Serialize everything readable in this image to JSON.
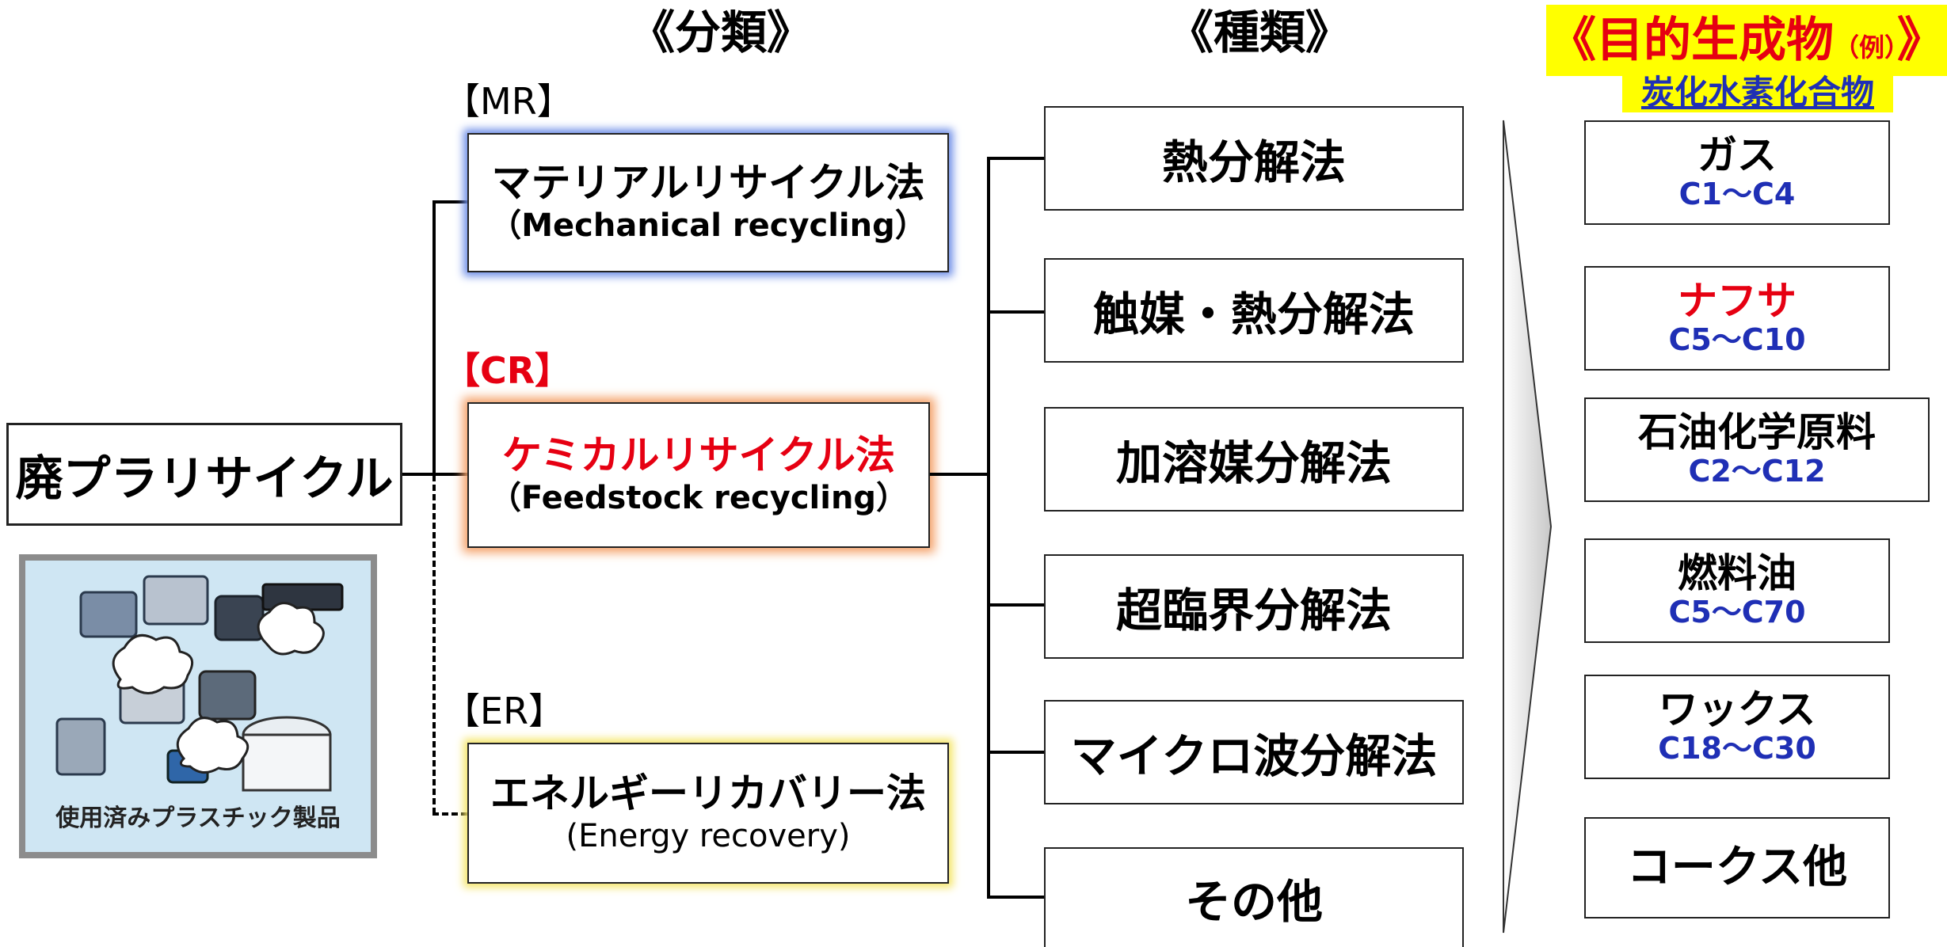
{
  "headers": {
    "category": "《分類》",
    "type": "《種類》",
    "target_main": "《目的生成物",
    "target_example": "（例）",
    "target_close": "》",
    "target_sub": "炭化水素化合物"
  },
  "root": {
    "label": "廃プラリサイクル",
    "image_caption": "使用済みプラスチック製品"
  },
  "classifications": [
    {
      "tag": "【MR】",
      "title": "マテリアルリサイクル法",
      "subtitle": "（Mechanical recycling）"
    },
    {
      "tag": "【CR】",
      "title": "ケミカルリサイクル法",
      "subtitle": "（Feedstock recycling）"
    },
    {
      "tag": "【ER】",
      "title": "エネルギーリカバリー法",
      "subtitle": "(Energy recovery)"
    }
  ],
  "methods": [
    "熱分解法",
    "触媒・熱分解法",
    "加溶媒分解法",
    "超臨界分解法",
    "マイクロ波分解法",
    "その他"
  ],
  "products": [
    {
      "name": "ガス",
      "range": "C1〜C4"
    },
    {
      "name": "ナフサ",
      "range": "C5〜C10"
    },
    {
      "name": "石油化学原料",
      "range": "C2〜C12"
    },
    {
      "name": "燃料油",
      "range": "C5〜C70"
    },
    {
      "name": "ワックス",
      "range": "C18〜C30"
    },
    {
      "name": "コークス他",
      "range": ""
    }
  ],
  "colors": {
    "red": "#e60012",
    "blue_text": "#1f2fb5",
    "mr_glow": "#6f8fe8",
    "cr_glow": "#f5a36b",
    "er_glow": "#f5e66b",
    "highlight": "#ffff00",
    "image_bg": "#cfe6f3"
  }
}
